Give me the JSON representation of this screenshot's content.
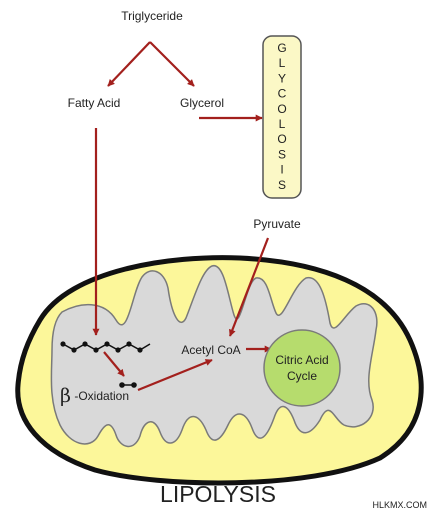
{
  "colors": {
    "background": "#ffffff",
    "mito_outer": "#fcf79a",
    "mito_outline": "#111111",
    "matrix": "#d9d9d9",
    "matrix_outline": "#7a7a7a",
    "arrow": "#a3201d",
    "cycle_fill": "#b6dc6d",
    "cycle_outline": "#7a7a7a",
    "glycolysis_box": "#fbf8c6",
    "text": "#222222"
  },
  "labels": {
    "triglyceride": "Triglyceride",
    "fatty_acid": "Fatty Acid",
    "glycerol": "Glycerol",
    "glycolysis_letters": [
      "G",
      "L",
      "Y",
      "C",
      "O",
      "L",
      "O",
      "S",
      "I",
      "S"
    ],
    "pyruvate": "Pyruvate",
    "acetyl_coa": "Acetyl CoA",
    "citric_acid_line1": "Citric Acid",
    "citric_acid_line2": "Cycle",
    "beta_symbol": "β",
    "beta_text": " -Oxidation",
    "title": "LIPOLYSIS",
    "watermark": "HLKMX.COM"
  },
  "icons": {
    "fatty_acid_chain": "zigzag-carbon-chain-icon",
    "acetyl_fragment": "two-carbon-fragment-icon"
  }
}
